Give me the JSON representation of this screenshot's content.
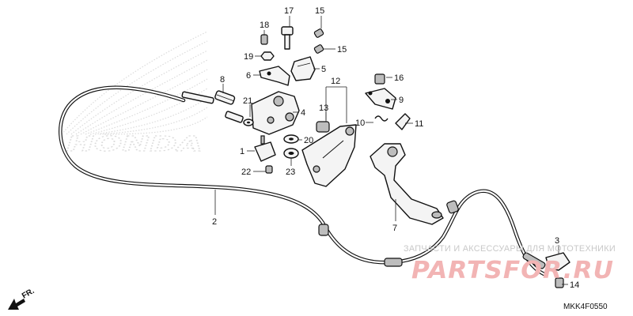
{
  "brand": {
    "logo_text": "HONDA"
  },
  "watermark": {
    "caption": "ЗАПЧАСТИ И АКСЕССУАРЫ ДЛЯ МОТОТЕХНИКИ",
    "logo": "PARTSFOR.RU"
  },
  "direction": {
    "label": "FR."
  },
  "diagram_code": "MKK4F0550",
  "callouts": [
    {
      "id": "1",
      "label": "1"
    },
    {
      "id": "2",
      "label": "2"
    },
    {
      "id": "3",
      "label": "3"
    },
    {
      "id": "4",
      "label": "4"
    },
    {
      "id": "5",
      "label": "5"
    },
    {
      "id": "6",
      "label": "6"
    },
    {
      "id": "7",
      "label": "7"
    },
    {
      "id": "8",
      "label": "8"
    },
    {
      "id": "9",
      "label": "9"
    },
    {
      "id": "10",
      "label": "10"
    },
    {
      "id": "11",
      "label": "11"
    },
    {
      "id": "12",
      "label": "12"
    },
    {
      "id": "13",
      "label": "13"
    },
    {
      "id": "14",
      "label": "14"
    },
    {
      "id": "15a",
      "label": "15"
    },
    {
      "id": "15b",
      "label": "15"
    },
    {
      "id": "16",
      "label": "16"
    },
    {
      "id": "17",
      "label": "17"
    },
    {
      "id": "18",
      "label": "18"
    },
    {
      "id": "19",
      "label": "19"
    },
    {
      "id": "20",
      "label": "20"
    },
    {
      "id": "21",
      "label": "21"
    },
    {
      "id": "22",
      "label": "22"
    },
    {
      "id": "23",
      "label": "23"
    }
  ]
}
